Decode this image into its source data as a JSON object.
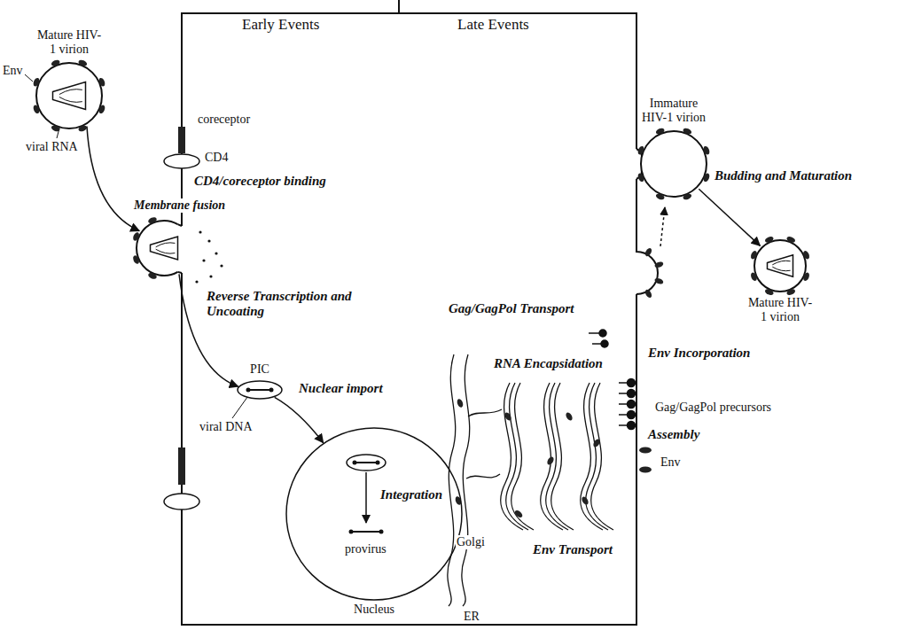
{
  "diagram": {
    "nodes": [
      {
        "text": [
          "Mature HIV-1 virion"
        ]
      },
      {
        "text": [
          "Membrane fusion"
        ]
      },
      {
        "text": [
          "PIC"
        ]
      },
      {
        "text": [
          "Nucleus"
        ]
      },
      {
        "text": [
          "Immature HIV-1 virion"
        ]
      },
      {
        "text": [
          "Mature HIV-1 virion"
        ]
      }
    ],
    "edges": [
      {
        "from": 0,
        "to": 1,
        "arrow": "to"
      },
      {
        "from": 1,
        "to": 2,
        "arrow": "to"
      },
      {
        "from": 2,
        "to": 3,
        "arrow": "to"
      },
      {
        "from": 4,
        "to": 5,
        "arrow": "to"
      }
    ],
    "labels": [
      "Early Events",
      "Late Events",
      "coreceptor",
      "CD4",
      "CD4/coreceptor binding",
      "Env",
      "viral RNA",
      "Reverse Transcription and Uncoating",
      "viral DNA",
      "Nuclear import",
      "Integration",
      "provirus",
      "Golgi",
      "ER",
      "Env Transport",
      "Gag/GagPol Transport",
      "RNA Encapsidation",
      "Env Incorporation",
      "Gag/GagPol precursors",
      "Assembly",
      "Env",
      "Budding and Maturation"
    ]
  }
}
